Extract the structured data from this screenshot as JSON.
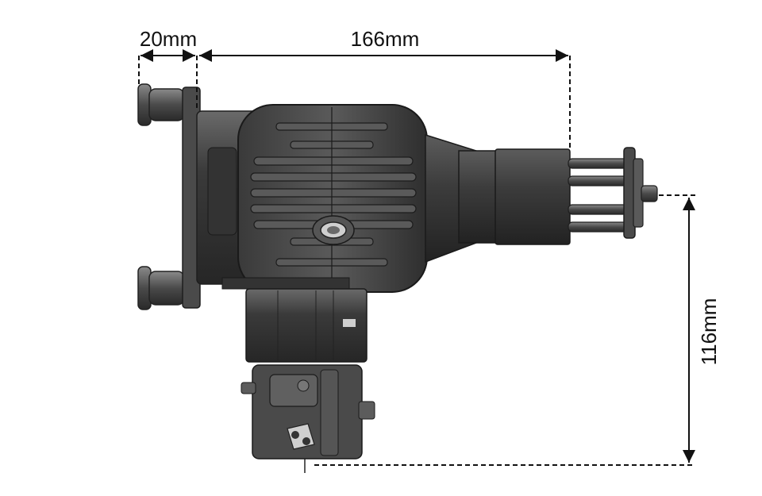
{
  "dimensions": {
    "mount_depth": "20mm",
    "overall_length": "166mm",
    "height": "116mm"
  },
  "colors": {
    "dimension_line": "#111111",
    "engine_dark": "#2b2b2b",
    "engine_mid": "#4a4a4a",
    "engine_light": "#7a7a7a",
    "background": "#ffffff"
  }
}
